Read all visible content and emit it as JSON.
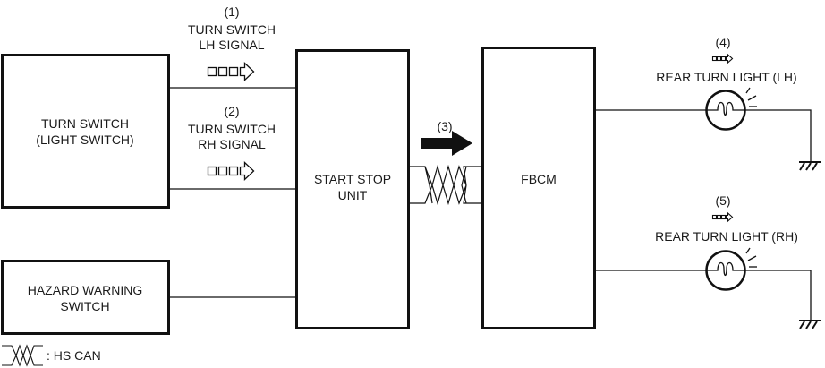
{
  "diagram": {
    "blocks": {
      "turn_switch": {
        "line1": "TURN SWITCH",
        "line2": "(LIGHT SWITCH)"
      },
      "hazard_switch": {
        "line1": "HAZARD WARNING",
        "line2": "SWITCH"
      },
      "start_stop_unit": {
        "line1": "START STOP",
        "line2": "UNIT"
      },
      "fbcm": {
        "line1": "FBCM"
      }
    },
    "signals": [
      {
        "number": "(1)",
        "line1": "TURN SWITCH",
        "line2": "LH SIGNAL"
      },
      {
        "number": "(2)",
        "line1": "TURN SWITCH",
        "line2": "RH SIGNAL"
      },
      {
        "number": "(3)"
      },
      {
        "number": "(4)",
        "label": "REAR TURN LIGHT (LH)"
      },
      {
        "number": "(5)",
        "label": "REAR TURN LIGHT (RH)"
      }
    ],
    "legend": {
      "symbol": "twisted-pair-icon",
      "text": ": HS CAN"
    },
    "colors": {
      "line": "#111111",
      "background": "#ffffff"
    }
  }
}
